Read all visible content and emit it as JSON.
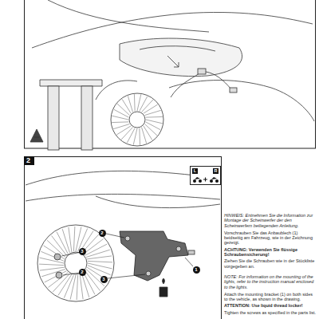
{
  "diagram": {
    "nodes": [
      {
        "text": [
          "2"
        ]
      },
      {
        "text": [
          "L",
          "R"
        ]
      }
    ],
    "labels": [
      "HINWEIS: Entnehmen Sie die Information zur Montage der Scheinwerfer der den Scheinwerfern beiliegenden Anleitung.",
      "Vorschrauben Sie das Anbaublech (1) beidseitig am Fahrzeug, wie in der Zeichnung gezeigt.",
      "ACHTUNG: Verwenden Sie flüssige Schraubensicherung!",
      "Ziehen Sie die Schrauben wie in der Stückliste vorgegeben an.",
      "NOTE: For information on the mounting of the lights, refer to the instruction manual enclosed to the lights.",
      "Attach the mounting bracket (1) on both sides to the vehicle, as shown in the drawing.",
      "ATTENTION: Use liquid thread locker!",
      "Tighten the screws as specified in the parts list.",
      "2",
      "1",
      "3",
      "2",
      "3"
    ]
  }
}
